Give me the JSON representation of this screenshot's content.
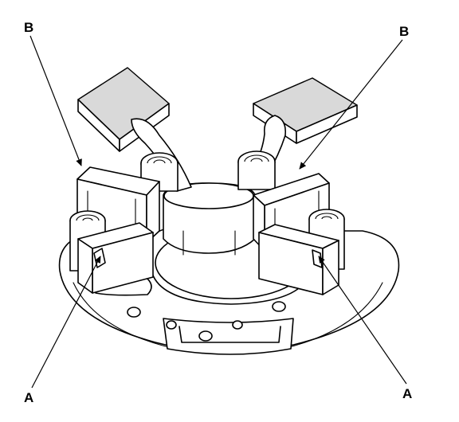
{
  "diagram": {
    "callouts": {
      "top_left": "B",
      "top_right": "B",
      "bottom_left": "A",
      "bottom_right": "A"
    }
  }
}
